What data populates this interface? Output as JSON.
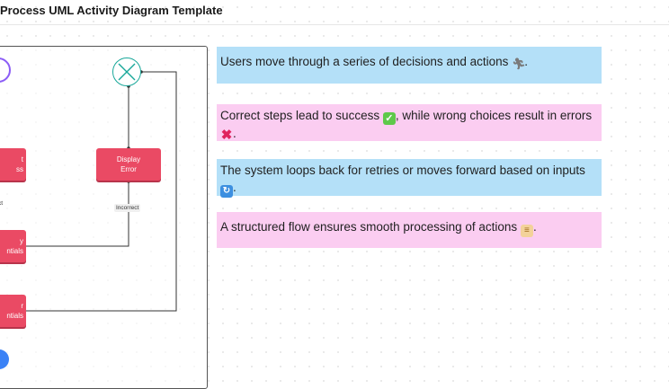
{
  "header": {
    "title": "Process UML Activity Diagram Template"
  },
  "diagram": {
    "actions": [
      {
        "id": "display-error",
        "lines": [
          "Display",
          "Error"
        ]
      },
      {
        "id": "clipped-top",
        "lines": [
          "t",
          "ss"
        ]
      },
      {
        "id": "clipped-middle",
        "lines": [
          "y",
          "ntials"
        ]
      },
      {
        "id": "clipped-bottom",
        "lines": [
          "r",
          "ntials"
        ]
      }
    ],
    "edge_labels": {
      "incorrect": "Incorrect",
      "clipped": "ct"
    }
  },
  "notes": [
    {
      "text": "Users move through a series of decisions and actions",
      "after": ".",
      "emoji": "person-running-icon",
      "color": "#b4e0f8"
    },
    {
      "text": "Correct steps lead to success",
      "after": ", while wrong choices result in errors",
      "end": ".",
      "emoji": "check-mark-icon",
      "emoji2": "cross-mark-icon",
      "color": "#fbcdf1"
    },
    {
      "text": "The system loops back for retries or moves forward based on inputs",
      "after": ".",
      "emoji": "loop-arrows-icon",
      "color": "#b4e0f8"
    },
    {
      "text": "A structured flow ensures smooth processing of actions",
      "after": ".",
      "emoji": "scroll-icon",
      "color": "#fbcdf1"
    }
  ],
  "colors": {
    "action_fill": "#ea4a64",
    "start_node": "#8b5cf6",
    "end_node": "#1aa89a",
    "blue_node": "#3b82f6"
  }
}
